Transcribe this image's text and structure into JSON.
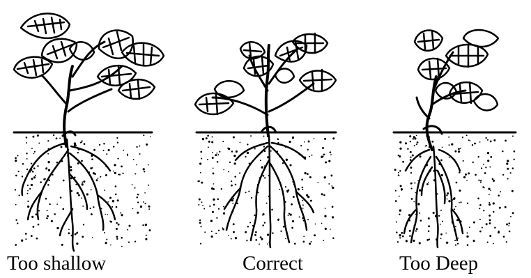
{
  "figure": {
    "captions": {
      "shallow": "Too shallow",
      "correct": "Correct",
      "deep": "Too Deep"
    },
    "ink_color": "#000000",
    "background_color": "#ffffff"
  }
}
